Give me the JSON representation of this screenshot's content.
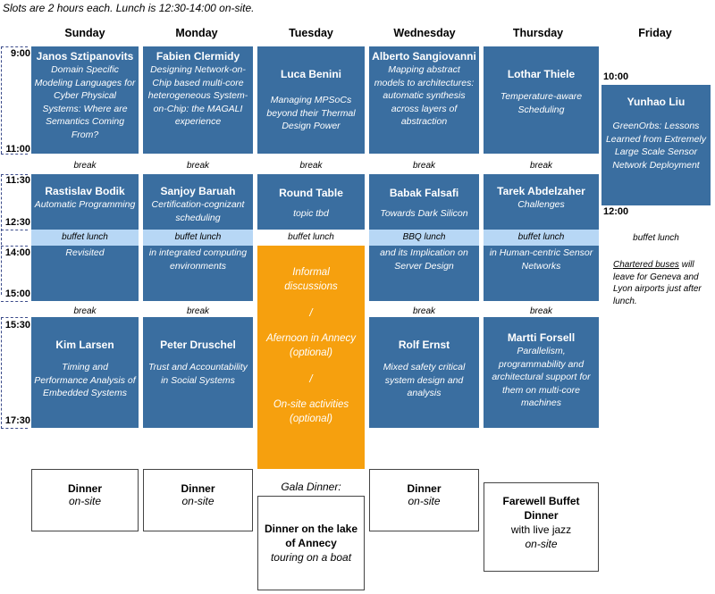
{
  "note": "Slots are 2 hours each. Lunch is 12:30-14:00 on-site.",
  "days": [
    "Sunday",
    "Monday",
    "Tuesday",
    "Wednesday",
    "Thursday",
    "Friday"
  ],
  "times": {
    "t0900": "9:00",
    "t1100": "11:00",
    "t1130": "11:30",
    "t1230": "12:30",
    "t1400": "14:00",
    "t1500": "15:00",
    "t1530": "15:30",
    "t1730": "17:30",
    "fri1000": "10:00",
    "fri1200": "12:00"
  },
  "morning": [
    {
      "speaker": "Janos Sztipanovits",
      "title": "Domain Specific Modeling Languages for Cyber Physical Systems: Where are Semantics Coming From?"
    },
    {
      "speaker": "Fabien Clermidy",
      "title": "Designing Network-on-Chip based multi-core heterogeneous System-on-Chip: the MAGALI experience"
    },
    {
      "speaker": "Luca Benini",
      "title": "Managing MPSoCs beyond their Thermal Design Power"
    },
    {
      "speaker": "Alberto Sangiovanni",
      "title": "Mapping abstract models to architectures: automatic synthesis across layers of abstraction"
    },
    {
      "speaker": "Lothar Thiele",
      "title": "Temperature-aware Scheduling"
    }
  ],
  "friday": {
    "speaker": "Yunhao Liu",
    "title": "GreenOrbs: Lessons Learned from Extremely Large Scale Sensor Network Deployment",
    "lunch": "buffet lunch",
    "bus_link": "Chartered buses",
    "bus_text": " will leave for Geneva and Lyon airports just after lunch."
  },
  "break_label": "break",
  "midday": [
    {
      "speaker": "Rastislav Bodik",
      "title": "Automatic Programming",
      "lunch": "buffet lunch",
      "cont": "Revisited"
    },
    {
      "speaker": "Sanjoy Baruah",
      "title": "Certification-cognizant scheduling",
      "lunch": "buffet lunch",
      "cont": "in integrated computing environments"
    },
    {
      "speaker": "Round Table",
      "title": "topic tbd",
      "lunch": "buffet lunch",
      "cont": ""
    },
    {
      "speaker": "Babak Falsafi",
      "title": "Towards Dark Silicon",
      "lunch": "BBQ lunch",
      "cont": "and its Implication on Server Design"
    },
    {
      "speaker": "Tarek Abdelzaher",
      "title": "Challenges",
      "lunch": "buffet lunch",
      "cont": "in Human-centric Sensor Networks"
    }
  ],
  "tuesday_afternoon": {
    "l1": "Informal discussions",
    "s1": "/",
    "l2": "Afernoon in Annecy (optional)",
    "s2": "/",
    "l3": "On-site activities (optional)"
  },
  "afternoon": [
    {
      "speaker": "Kim Larsen",
      "title": "Timing and Performance Analysis of Embedded Systems"
    },
    {
      "speaker": "Peter Druschel",
      "title": "Trust and Accountability in Social Systems"
    },
    {
      "speaker": "Rolf Ernst",
      "title": "Mixed safety critical system design and analysis"
    },
    {
      "speaker": "Martti Forsell",
      "title": "Parallelism, programmability and architectural support for them on multi-core machines"
    }
  ],
  "dinners": {
    "sun": {
      "title": "Dinner",
      "sub": "on-site"
    },
    "mon": {
      "title": "Dinner",
      "sub": "on-site"
    },
    "gala_label": "Gala Dinner:",
    "tue": {
      "title": "Dinner on the lake of Annecy",
      "sub": "touring on a boat"
    },
    "wed": {
      "title": "Dinner",
      "sub": "on-site"
    },
    "thu": {
      "title": "Farewell Buffet Dinner",
      "with": "with live jazz",
      "sub": "on-site"
    }
  },
  "colors": {
    "slot": "#3a6ea0",
    "lunch": "#b7d7f5",
    "orange": "#f6a00e"
  }
}
